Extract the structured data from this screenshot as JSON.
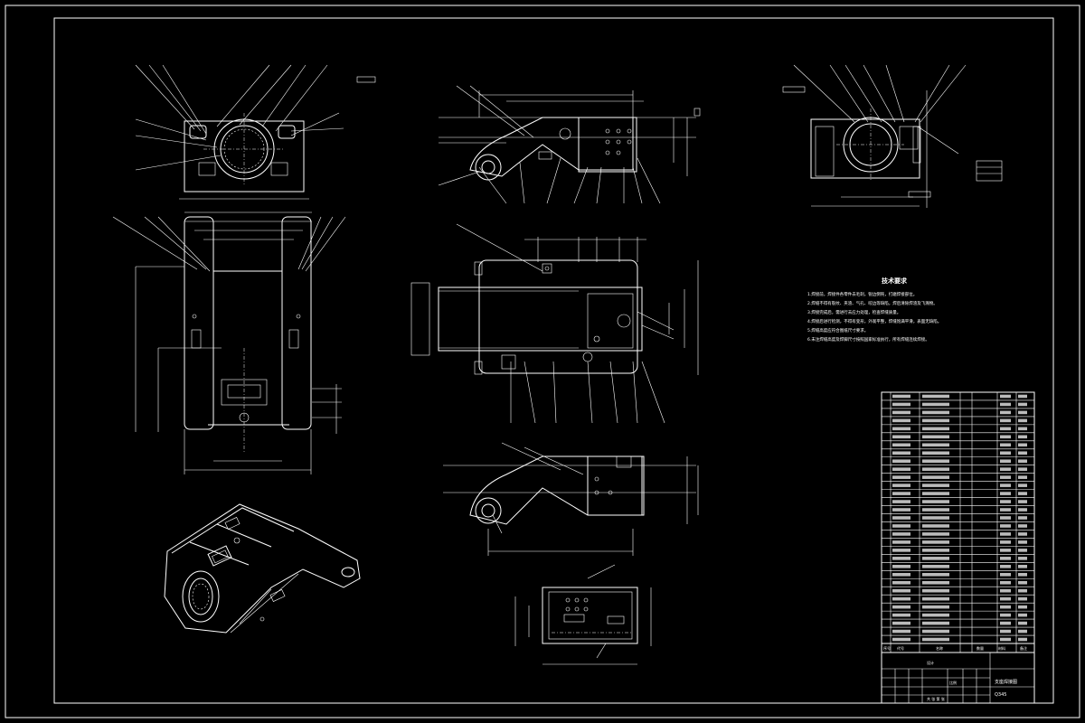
{
  "drawing": {
    "tech_requirements": {
      "title": "技术要求",
      "items": [
        "1.焊接前，焊接件各零件去毛刺，锐边倒钝，打磨焊接部位。",
        "2.焊缝不得有裂纹、夹渣、气孔、咬边等缺陷，焊后清除焊渣及飞溅物。",
        "3.焊接完成后，需进行去应力处理，检查焊缝质量。",
        "4.焊接后进行检测，不得有变形，外观平整，焊缝饱满平滑，表面无缺陷。",
        "5.焊缝高度应符合图纸尺寸要求。",
        "6.未注焊缝高度及焊脚尺寸按照国家标准执行，所有焊缝连续焊接。"
      ]
    },
    "title_block": {
      "drawing_name": "支座焊接图",
      "material": "Q345",
      "designer_label": "设计",
      "scale_label": "比例",
      "sheet_label": "共 张 第 张"
    },
    "bom_header": [
      "序号",
      "代号",
      "名称",
      "数量",
      "材料",
      "备注"
    ]
  }
}
